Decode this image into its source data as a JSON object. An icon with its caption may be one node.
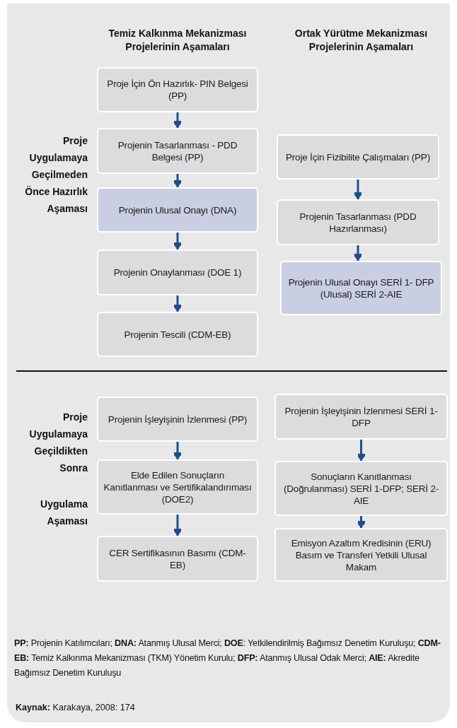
{
  "diagram": {
    "nodes": [
      {
        "text": [
          "Proje İçin Ön Hazırlık- PIN Belgesi (PP)"
        ]
      },
      {
        "text": [
          "Projenin Tasarlanması - PDD Belgesi (PP)"
        ]
      },
      {
        "text": [
          "Projenin Ulusal Onayı (DNA)"
        ]
      },
      {
        "text": [
          "Projenin Onaylanması (DOE 1)"
        ]
      },
      {
        "text": [
          "Projenin Tescili (CDM-EB)"
        ]
      },
      {
        "text": [
          "Proje İçin Fizibilite Çalışmaları (PP)"
        ]
      },
      {
        "text": [
          "Projenin Tasarlanması (PDD Hazırlanması)"
        ]
      },
      {
        "text": [
          "Projenin Ulusal Onayı SERİ 1- DFP (Ulusal) SERİ 2-AIE"
        ]
      },
      {
        "text": [
          "Projenin İşleyişinin İzlenmesi (PP)"
        ]
      },
      {
        "text": [
          "Elde Edilen Sonuçların Kanıtlanması ve Sertifikalandırıması (DOE2)"
        ]
      },
      {
        "text": [
          "CER Sertifikasının Basımı (CDM-EB)"
        ]
      },
      {
        "text": [
          "Projenin İşleyişinin İzlenmesi SERİ 1-DFP"
        ]
      },
      {
        "text": [
          "Sonuçların Kanıtlanması (Doğrulanması) SERİ 1-DFP; SERİ 2- AIE"
        ]
      },
      {
        "text": [
          "Emisyon Azaltım Kredisinin (ERU) Basım ve Transferi Yetkili Ulusal Makam"
        ]
      }
    ],
    "edges": [
      {
        "from": 0,
        "to": 1,
        "arrow": "to"
      },
      {
        "from": 1,
        "to": 2,
        "arrow": "to"
      },
      {
        "from": 2,
        "to": 3,
        "arrow": "to"
      },
      {
        "from": 3,
        "to": 4,
        "arrow": "to"
      },
      {
        "from": 5,
        "to": 6,
        "arrow": "to"
      },
      {
        "from": 6,
        "to": 7,
        "arrow": "to"
      },
      {
        "from": 8,
        "to": 9,
        "arrow": "to"
      },
      {
        "from": 9,
        "to": 10,
        "arrow": "to"
      },
      {
        "from": 11,
        "to": 12,
        "arrow": "to"
      },
      {
        "from": 12,
        "to": 13,
        "arrow": "to"
      }
    ],
    "labels": [
      "Temiz Kalkınma Mekanizması Projelerinin Aşamaları",
      "Ortak Yürütme Mekanizması Projelerinin Aşamaları",
      "Proje Uygulamaya Geçilmeden Önce Hazırlık Aşaması",
      "Proje Uygulamaya Geçildikten Sonra",
      "Uygulama Aşaması",
      "**PP:** Projenin Katılımcıları; **DNA:** Atanmış Ulusal Merci; **DOE**: Yetkilendirilmiş Bağımsız Denetim Kuruluşu; **CDM-EB:** Temiz Kalkınma Mekanizması (TKM) Yönetim Kurulu; **DFP:** Atanmış Ulusal Odak Merci; **AIE:** Akredite Bağımsız Denetim Kuruluşu",
      "**Kaynak:** Karakaya, 2008: 174"
    ]
  }
}
